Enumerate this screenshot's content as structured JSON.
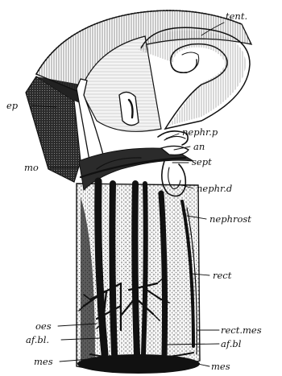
{
  "figure": {
    "labels": {
      "tent": "tent.",
      "ep": "ep",
      "mo": "mo",
      "nephr_p": "nephr.p",
      "an": "an",
      "sept": "sept",
      "nephr_d": "nephr.d",
      "nephrost": "nephrost",
      "rect": "rect",
      "oes": "oes",
      "af_bl_left": "af.bl.",
      "mes_left": "mes",
      "rect_mes": "rect.mes",
      "af_bl_right": "af.bl",
      "mes_right": "mes"
    }
  }
}
